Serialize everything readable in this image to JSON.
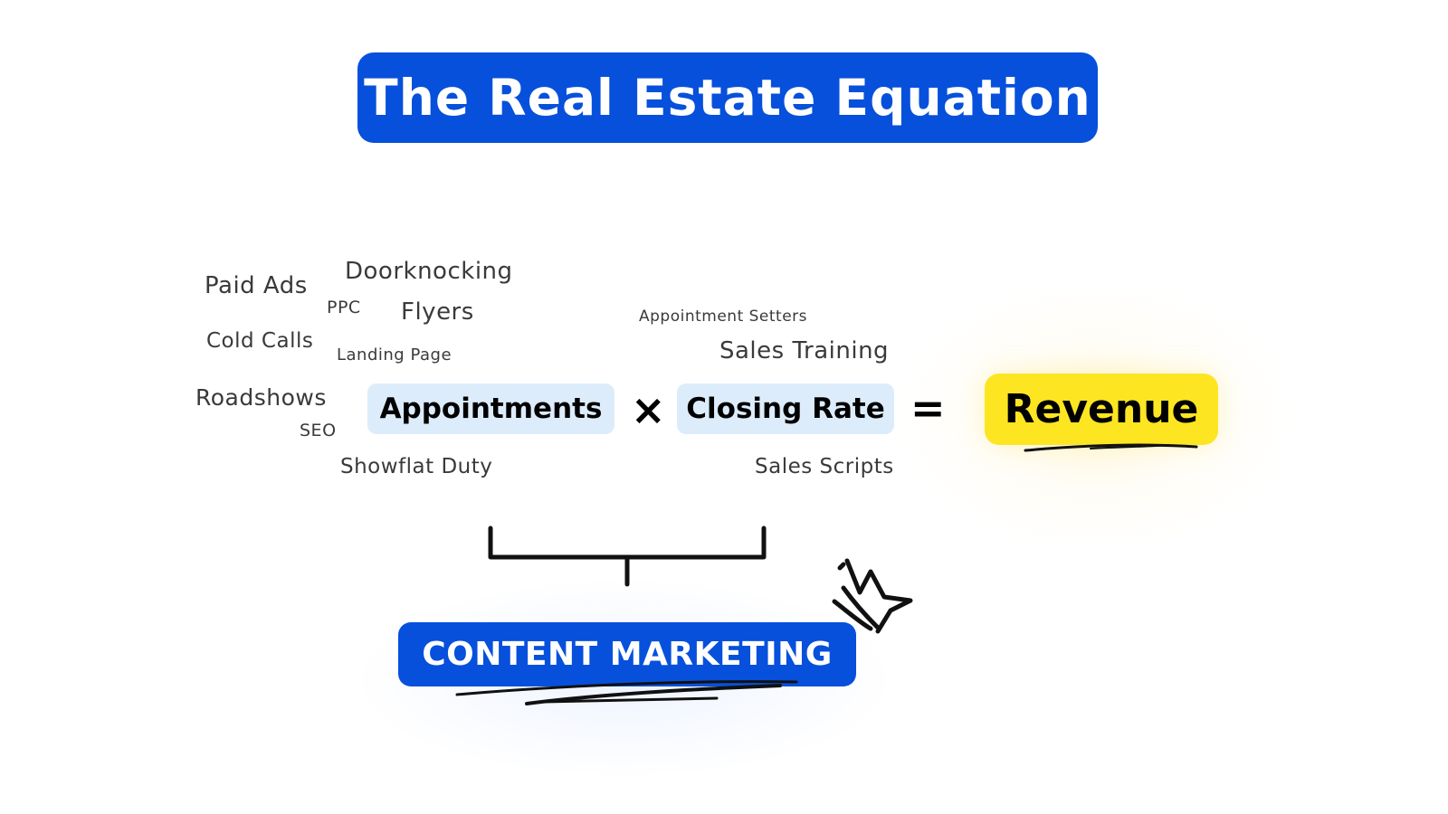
{
  "title": "The Real Estate Equation",
  "equation": {
    "term1": "Appointments",
    "multiply": "×",
    "term2": "Closing Rate",
    "equals": "=",
    "result": "Revenue"
  },
  "appointment_tactics": [
    "Paid Ads",
    "Doorknocking",
    "PPC",
    "Flyers",
    "Cold Calls",
    "Landing Page",
    "Roadshows",
    "SEO",
    "Showflat Duty"
  ],
  "closing_tactics": [
    "Appointment Setters",
    "Sales Training",
    "Sales Scripts"
  ],
  "bottom_label": "CONTENT MARKETING",
  "colors": {
    "brand_blue": "#0750dc",
    "pill_blue": "#dcecfb",
    "revenue_yellow": "#fde522"
  },
  "icons": [
    "crown-icon"
  ]
}
